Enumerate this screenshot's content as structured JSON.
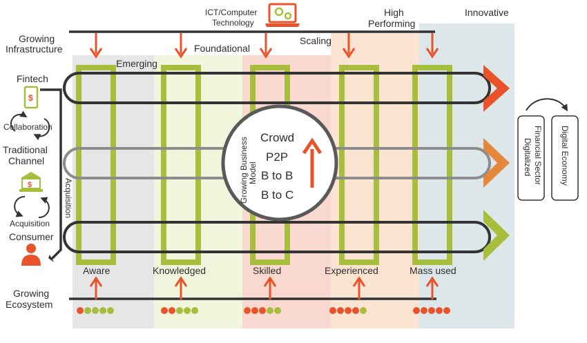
{
  "colors": {
    "orange": "#e8532a",
    "amber": "#e3873a",
    "lime": "#a6be3c",
    "dark": "#333333",
    "gray": "#8c8c8c"
  },
  "stages": [
    "Emerging",
    "Foundational",
    "Scaling",
    "High Performing",
    "Innovative"
  ],
  "levels": [
    "Aware",
    "Knowledged",
    "Skilled",
    "Experienced",
    "Mass used"
  ],
  "infrastructure": {
    "label_line1": "Growing",
    "label_line2": "Infrastructure",
    "ict_line1": "ICT/Computer",
    "ict_line2": "Technology",
    "ict_icon": "laptop-gears-icon"
  },
  "ecosystem": {
    "label_line1": "Growing",
    "label_line2": "Ecosystem"
  },
  "left_actors": {
    "fintech": "Fintech",
    "collaboration": "Collaboration",
    "traditional_line1": "Traditional",
    "traditional_line2": "Channel",
    "acquisition": "Acquisition",
    "consumer": "Consumer",
    "acquisition_vertical": "Acquisition"
  },
  "business_model": {
    "label_line1": "Growing Business",
    "label_line2": "Model",
    "items": [
      "Crowd",
      "P2P",
      "B to B",
      "B to C"
    ]
  },
  "outcomes": {
    "financial_line1": "Digitalized",
    "financial_line2": "Financial Sector",
    "economy": "Digital Economy"
  },
  "maturity_dots": [
    [
      "orange",
      "lime",
      "lime",
      "lime",
      "lime"
    ],
    [
      "orange",
      "orange",
      "lime",
      "lime",
      "lime"
    ],
    [
      "orange",
      "orange",
      "orange",
      "lime",
      "lime"
    ],
    [
      "orange",
      "orange",
      "orange",
      "orange",
      "lime"
    ],
    [
      "orange",
      "orange",
      "orange",
      "orange",
      "orange"
    ]
  ]
}
